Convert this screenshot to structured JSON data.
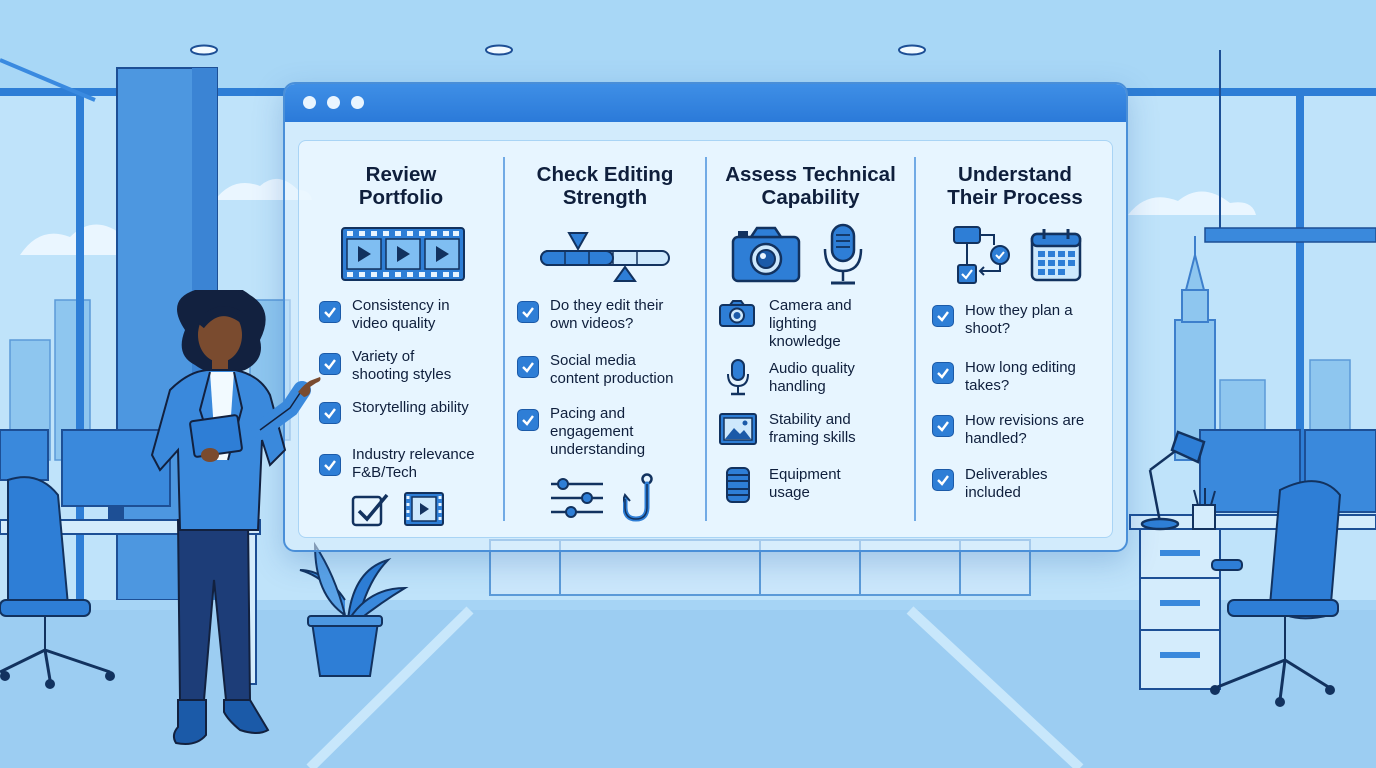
{
  "columns": [
    {
      "title": "Review\nPortfolio",
      "icon": "film-strip-icon",
      "items": [
        {
          "text": "Consistency in\nvideo quality"
        },
        {
          "text": "Variety of\nshooting styles"
        },
        {
          "text": "Storytelling ability"
        },
        {
          "text": "Industry relevance\nF&B/Tech"
        }
      ],
      "footer_icons": [
        "checkmark-box-icon",
        "video-frame-icon"
      ]
    },
    {
      "title": "Check Editing\nStrength",
      "icon": "timeline-slider-icon",
      "items": [
        {
          "text": "Do they edit their\nown videos?"
        },
        {
          "text": "Social media\ncontent production"
        },
        {
          "text": "Pacing and\nengagement\nunderstanding"
        }
      ],
      "footer_icons": [
        "sliders-icon",
        "hook-icon"
      ]
    },
    {
      "title": "Assess Technical\nCapability",
      "icon_left": "camera-icon",
      "icon_right": "microphone-icon",
      "items": [
        {
          "text": "Camera and\nlighting\nknowledge",
          "icon": "camera-icon"
        },
        {
          "text": "Audio quality\nhandling",
          "icon": "microphone-icon"
        },
        {
          "text": "Stability and\nframing skills",
          "icon": "image-frame-icon"
        },
        {
          "text": "Equipment\nusage",
          "icon": "lens-icon"
        }
      ]
    },
    {
      "title": "Understand\nTheir Process",
      "icon_left": "flowchart-icon",
      "icon_right": "calendar-icon",
      "items": [
        {
          "text": "How they plan a\nshoot?"
        },
        {
          "text": "How long editing\ntakes?"
        },
        {
          "text": "How revisions are\nhandled?"
        },
        {
          "text": "Deliverables\nincluded"
        }
      ]
    }
  ],
  "colors": {
    "accent": "#2e7ed6",
    "dark": "#0f1f3c",
    "sky": "#b7def7",
    "navy": "#1d4f95"
  }
}
